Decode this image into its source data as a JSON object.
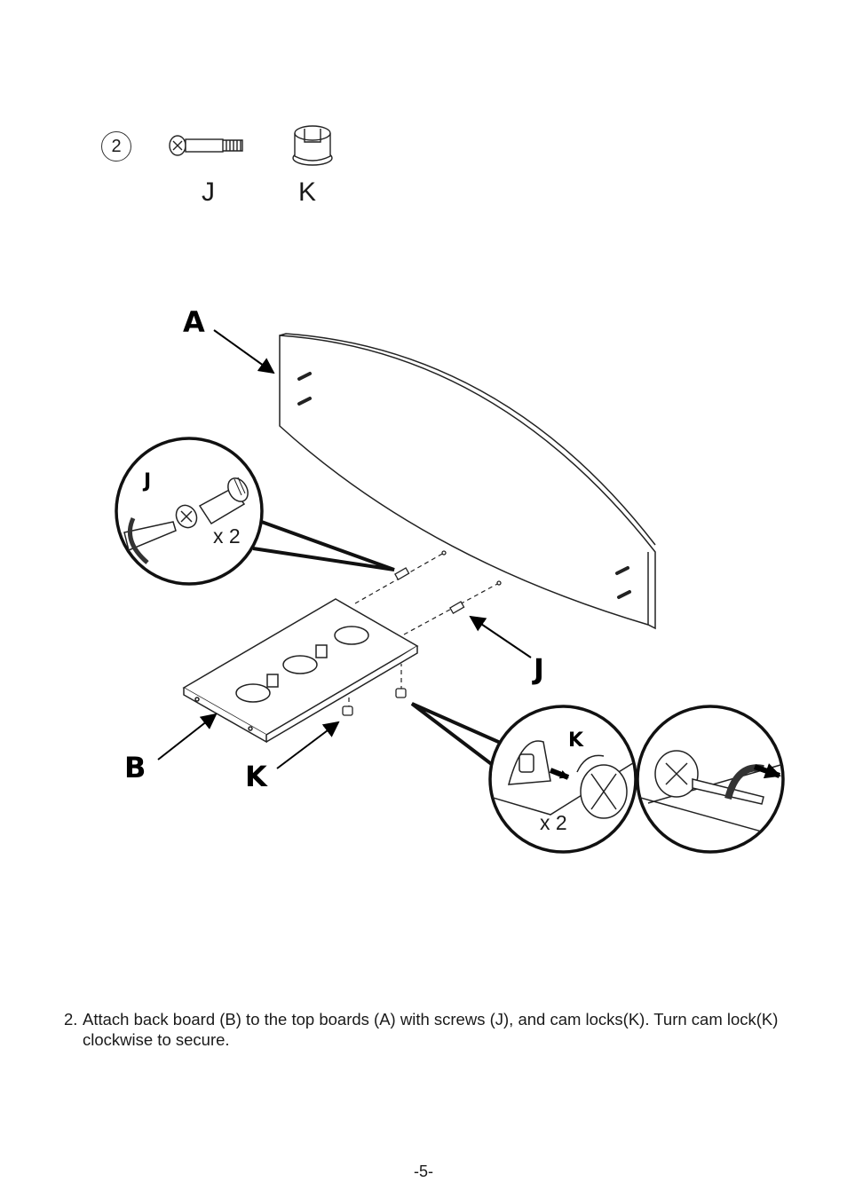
{
  "parts_needed": {
    "count": "2",
    "items": [
      {
        "letter": "J",
        "icon": "cam-bolt-icon"
      },
      {
        "letter": "K",
        "icon": "cam-lock-icon"
      }
    ]
  },
  "diagram": {
    "labels": {
      "top_board": "A",
      "back_board": "B",
      "screw": "J",
      "cam_lock": "K"
    },
    "detail_screw": {
      "label": "J",
      "quantity": "x 2"
    },
    "detail_cam_lock": {
      "label": "K",
      "quantity": "x 2"
    }
  },
  "instruction": {
    "number": "2.",
    "text": "Attach back board (B) to the top boards (A) with screws (J), and cam locks(K). Turn cam lock(K) clockwise to secure."
  },
  "page_number": "-5-"
}
